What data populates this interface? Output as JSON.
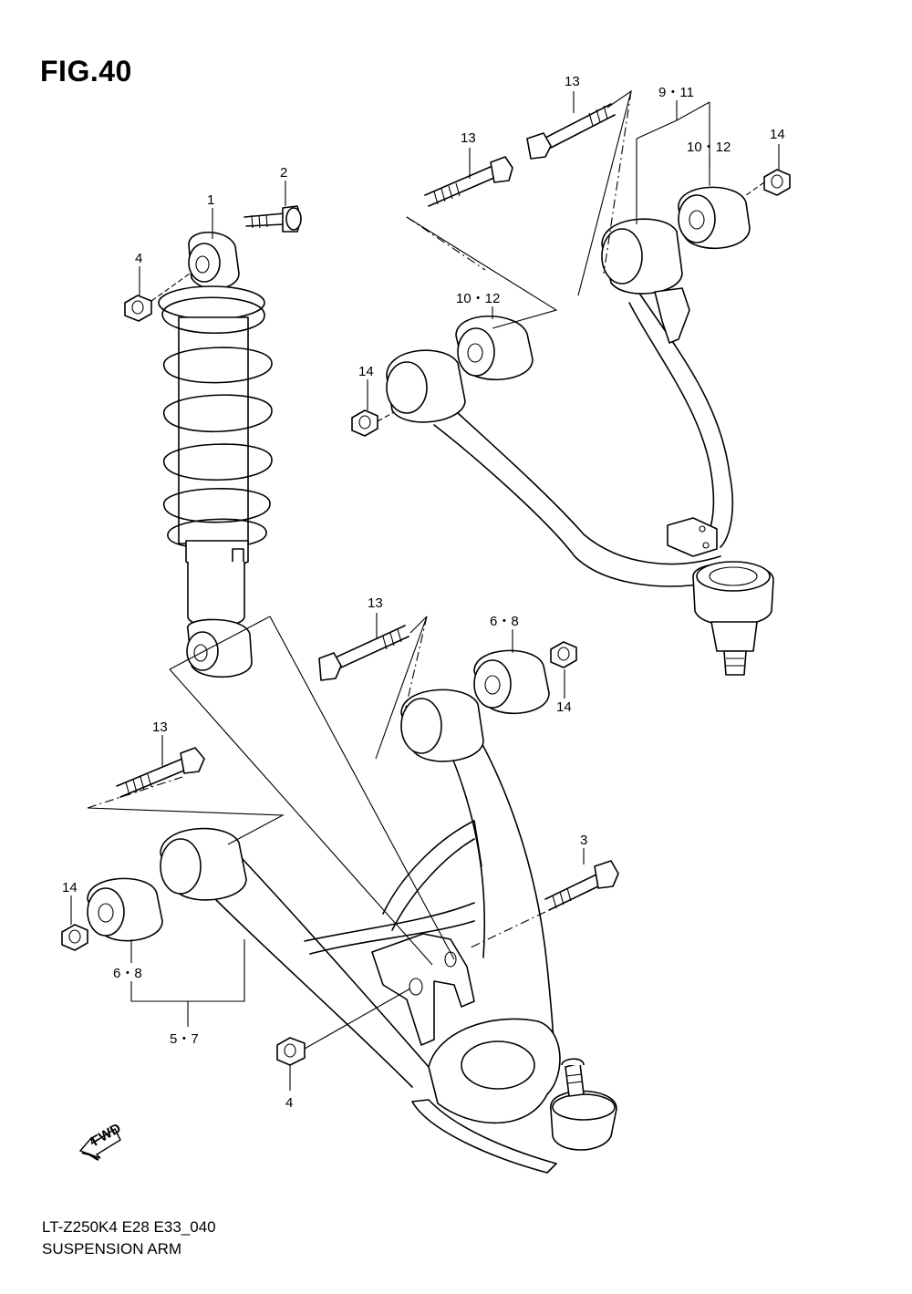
{
  "figure": {
    "title": "FIG.40",
    "code": "LT-Z250K4 E28 E33_040",
    "name": "SUSPENSION ARM",
    "fwd_label": "FWD"
  },
  "callouts": {
    "c1": "1",
    "c2": "2",
    "c3": "3",
    "c4a": "4",
    "c4b": "4",
    "c57": "5・7",
    "c68a": "6・8",
    "c68b": "6・8",
    "c911": "9・11",
    "c1012a": "10・12",
    "c1012b": "10・12",
    "c13a": "13",
    "c13b": "13",
    "c13c": "13",
    "c13d": "13",
    "c14a": "14",
    "c14b": "14",
    "c14c": "14",
    "c14d": "14"
  }
}
